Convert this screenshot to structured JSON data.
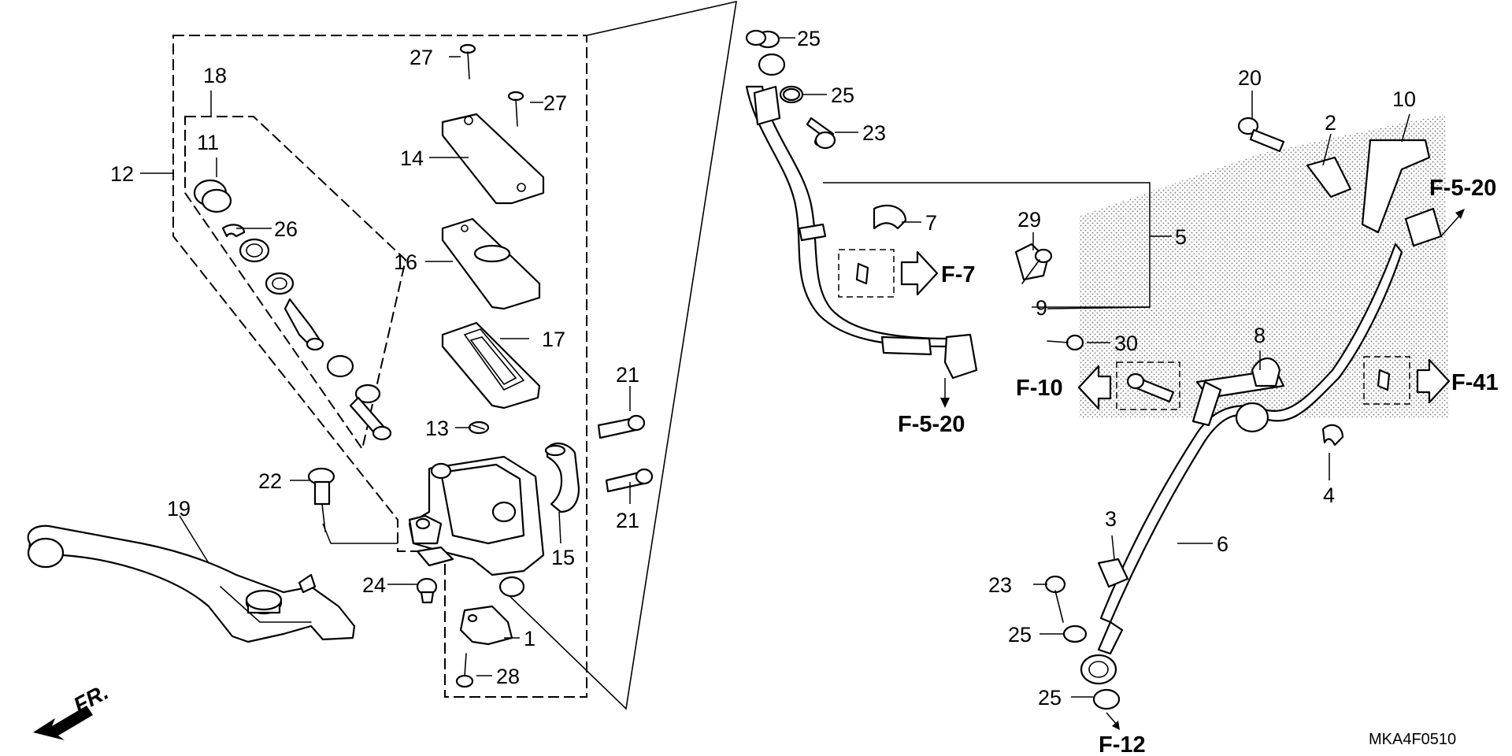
{
  "callouts": {
    "c1": "1",
    "c2": "2",
    "c3": "3",
    "c4": "4",
    "c5": "5",
    "c6": "6",
    "c7": "7",
    "c8": "8",
    "c9": "9",
    "c10": "10",
    "c11": "11",
    "c12": "12",
    "c13": "13",
    "c14": "14",
    "c15": "15",
    "c16": "16",
    "c17": "17",
    "c18": "18",
    "c19": "19",
    "c20": "20",
    "c21a": "21",
    "c21b": "21",
    "c22": "22",
    "c23a": "23",
    "c23b": "23",
    "c24": "24",
    "c25a": "25",
    "c25b": "25",
    "c25c": "25",
    "c25d": "25",
    "c26": "26",
    "c27a": "27",
    "c27b": "27",
    "c28": "28",
    "c29": "29",
    "c30": "30"
  },
  "refs": {
    "f7": "F-7",
    "f10": "F-10",
    "f41": "F-41",
    "f12": "F-12",
    "f520_top": "F-5-20",
    "f520_bottom": "F-5-20"
  },
  "front_label": "FR.",
  "diagram_code": "MKA4F0510",
  "icons": {
    "front_arrow": "front-arrow-icon",
    "ref_arrow": "hollow-arrow-icon"
  }
}
